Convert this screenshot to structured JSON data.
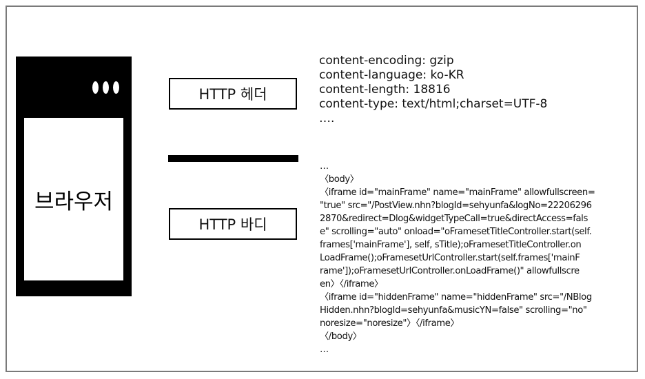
{
  "browser": {
    "label": "브라우저"
  },
  "http_header_box": "HTTP 헤더",
  "http_body_box": "HTTP 바디",
  "header_lines": [
    "content-encoding: gzip",
    "content-language: ko-KR",
    "content-length: 18816",
    "content-type: text/html;charset=UTF-8",
    "….",
    ""
  ],
  "body_lines": [
    "…",
    "〈body〉",
    "   〈iframe id=\"mainFrame\" name=\"mainFrame\" allowfullscreen=",
    "\"true\" src=\"/PostView.nhn?blogId=sehyunfa&logNo=22206296",
    "2870&redirect=Dlog&widgetTypeCall=true&directAccess=fals",
    "e\" scrolling=\"auto\"  onload=\"oFramesetTitleController.start(self.",
    "frames['mainFrame'], self, sTitle);oFramesetTitleController.on",
    "LoadFrame();oFramesetUrlController.start(self.frames['mainF",
    "rame']);oFramesetUrlController.onLoadFrame()\" allowfullscre",
    "en〉〈/iframe〉",
    "   〈iframe id=\"hiddenFrame\" name=\"hiddenFrame\" src=\"/NBlog",
    "Hidden.nhn?blogId=sehyunfa&musicYN=false\" scrolling=\"no\"",
    "noresize=\"noresize\"〉〈/iframe〉",
    "〈/body〉",
    "…"
  ]
}
